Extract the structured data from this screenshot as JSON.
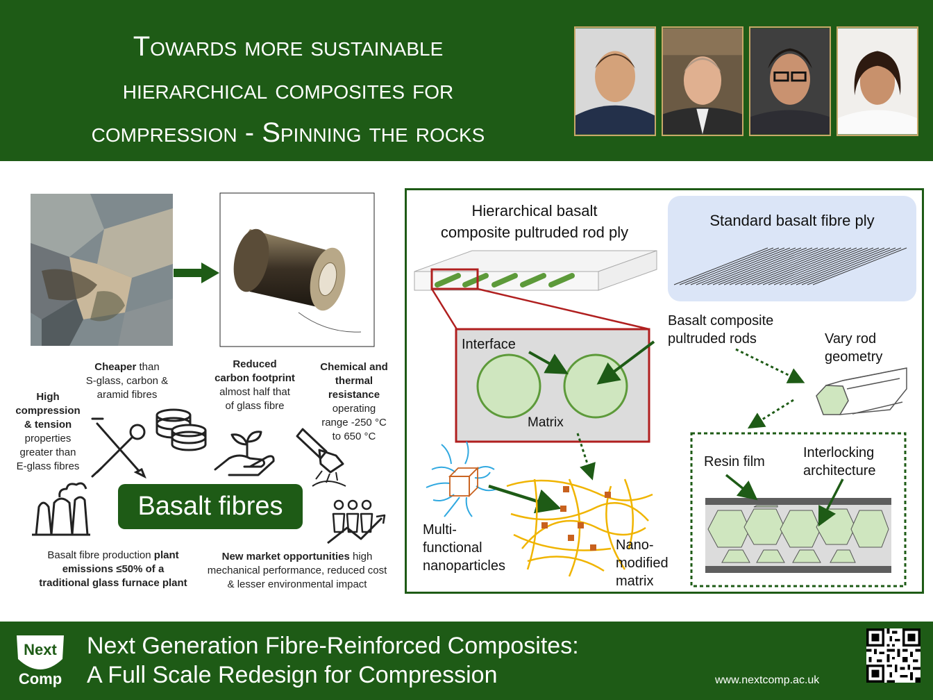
{
  "header": {
    "title_line1": "Towards more sustainable",
    "title_line2": "hierarchical composites for",
    "title_line3": "compression - Spinning the rocks",
    "background_color": "#1e5b16"
  },
  "photos": [
    "person-photo-1",
    "person-photo-2",
    "person-photo-3",
    "person-photo-4"
  ],
  "left_panel": {
    "cheaper_bold": "Cheaper",
    "cheaper_rest": " than",
    "cheaper_line2": "S-glass, carbon &",
    "cheaper_line3": "aramid fibres",
    "carbon_bold1": "Reduced",
    "carbon_bold2": "carbon footprint",
    "carbon_line3": "almost half that",
    "carbon_line4": "of glass fibre",
    "chem_bold1": "Chemical and",
    "chem_bold2": "thermal",
    "chem_bold3": "resistance",
    "chem_line4": "operating",
    "chem_line5": "range -250 °C",
    "chem_line6": "to 650 °C",
    "high_bold1": "High",
    "high_bold2": "compression",
    "high_bold3": "& tension",
    "high_line4": "properties",
    "high_line5": "greater than",
    "high_line6": "E-glass fibres",
    "center_label": "Basalt fibres",
    "emissions_pre": "Basalt fibre production ",
    "emissions_bold1": "plant",
    "emissions_bold2": "emissions ≤50% of a",
    "emissions_bold3": "traditional glass furnace plant",
    "market_bold": "New market opportunities",
    "market_rest": " high",
    "market_line2": "mechanical performance, reduced cost",
    "market_line3": "& lesser environmental impact"
  },
  "right_panel": {
    "hier_line1": "Hierarchical basalt",
    "hier_line2": "composite pultruded rod ply",
    "std_label": "Standard basalt fibre ply",
    "interface": "Interface",
    "matrix": "Matrix",
    "rods_line1": "Basalt composite",
    "rods_line2": "pultruded rods",
    "vary_line1": "Vary rod",
    "vary_line2": "geometry",
    "multi_line1": "Multi-",
    "multi_line2": "functional",
    "multi_line3": "nanoparticles",
    "nano_line1": "Nano-",
    "nano_line2": "modified",
    "nano_line3": "matrix",
    "resin": "Resin film",
    "interlock_line1": "Interlocking",
    "interlock_line2": "architecture"
  },
  "footer": {
    "title_line1": "Next Generation Fibre-Reinforced Composites:",
    "title_line2": "A Full Scale Redesign for Compression",
    "url": "www.nextcomp.ac.uk",
    "logo_line1": "Next",
    "logo_line2": "Comp"
  },
  "colors": {
    "brand_green": "#1e5b16",
    "rod_green": "#5d9a3a",
    "pale_green": "#cfe6bf",
    "red_outline": "#b01f1f",
    "particle_orange": "#c8611e",
    "fiber_yellow": "#f0b400",
    "std_box_blue": "#dbe5f7"
  }
}
